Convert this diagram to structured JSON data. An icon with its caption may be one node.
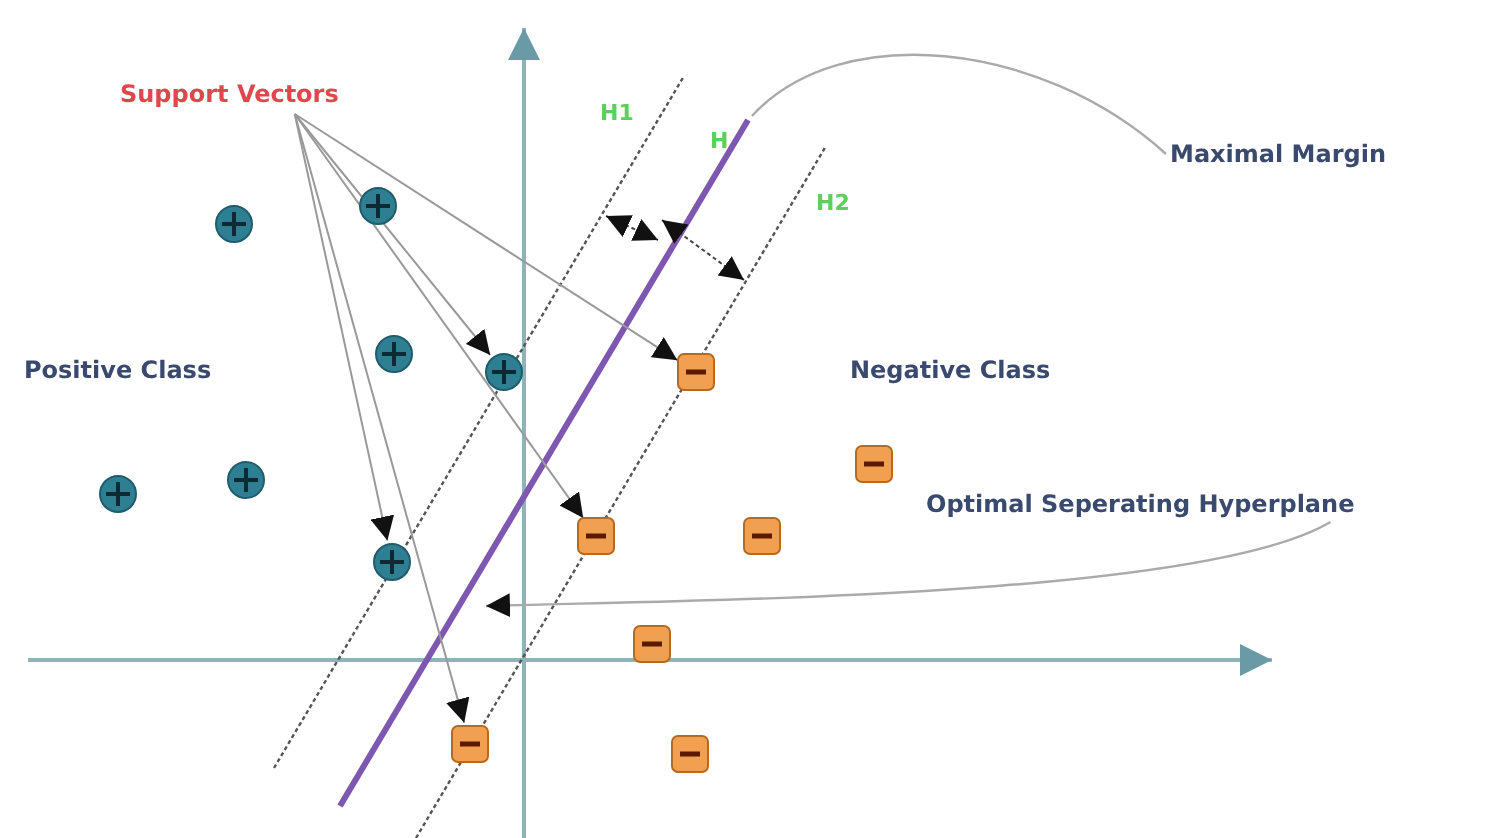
{
  "diagram": {
    "nodes": [
      {
        "text": [
          "Support Vectors"
        ]
      },
      {
        "text": [
          "Maximal Margin"
        ]
      },
      {
        "text": [
          "Optimal Seperating Hyperplane"
        ]
      },
      {
        "text": [],
        "shape": "circle"
      },
      {
        "text": [],
        "shape": "circle"
      },
      {
        "text": [],
        "shape": "circle"
      },
      {
        "text": [],
        "shape": "circle"
      },
      {
        "text": [],
        "shape": "circle"
      },
      {
        "text": [],
        "shape": "circle"
      },
      {
        "text": [],
        "shape": "circle"
      },
      {
        "text": [],
        "shape": "box"
      },
      {
        "text": [],
        "shape": "box"
      },
      {
        "text": [],
        "shape": "box"
      },
      {
        "text": [],
        "shape": "box"
      },
      {
        "text": [],
        "shape": "box"
      },
      {
        "text": [],
        "shape": "box"
      },
      {
        "text": [],
        "shape": "box"
      }
    ],
    "edges": [
      {
        "from": 0,
        "to": 14,
        "arrow": "to"
      },
      {
        "from": 0,
        "to": 9,
        "arrow": "to"
      },
      {
        "from": 0,
        "to": 7,
        "arrow": "to"
      },
      {
        "from": 0,
        "to": 10,
        "arrow": "to"
      },
      {
        "from": 0,
        "to": 11,
        "arrow": "to"
      },
      {
        "from": 1,
        "to": null,
        "arrow": "none"
      },
      {
        "from": 2,
        "to": null,
        "arrow": "to"
      }
    ],
    "labels": [
      "H1",
      "H",
      "H2",
      "Positive Class",
      "Negative Class"
    ]
  }
}
